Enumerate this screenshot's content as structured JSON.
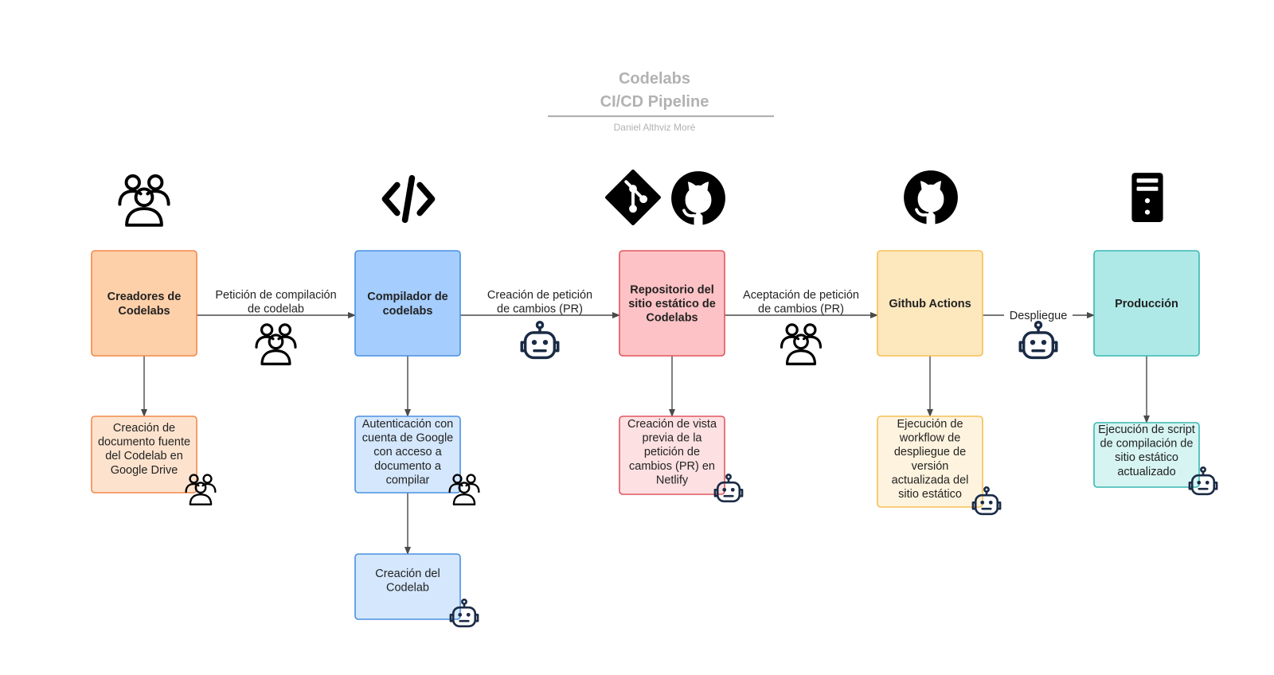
{
  "header": {
    "title_line1": "Codelabs",
    "title_line2": "CI/CD Pipeline",
    "author": "Daniel Althviz Moré"
  },
  "colors": {
    "orange": {
      "fill": "#fed0aa",
      "stroke": "#f2894b"
    },
    "orange_light": {
      "fill": "#fde3ce",
      "stroke": "#f2894b"
    },
    "blue": {
      "fill": "#a5cdfd",
      "stroke": "#4a90e2"
    },
    "blue_light": {
      "fill": "#d4e7fd",
      "stroke": "#4a90e2"
    },
    "red": {
      "fill": "#fdc2c5",
      "stroke": "#e0565f"
    },
    "red_light": {
      "fill": "#fde0e2",
      "stroke": "#e0565f"
    },
    "yellow": {
      "fill": "#fde7bd",
      "stroke": "#f5c055"
    },
    "yellow_light": {
      "fill": "#fef3de",
      "stroke": "#f5c055"
    },
    "teal": {
      "fill": "#aee9e7",
      "stroke": "#3ab7b2"
    },
    "teal_light": {
      "fill": "#d6f4f2",
      "stroke": "#3ab7b2"
    },
    "robot": "#1a2b45",
    "people": "#000000"
  },
  "top_icons": [
    "users-icon",
    "code-icon",
    "git-icon",
    "github-icon",
    "github-icon",
    "server-icon"
  ],
  "nodes": [
    {
      "id": "creadores",
      "color": "orange",
      "bold": true,
      "lines": [
        "Creadores de",
        "Codelabs"
      ]
    },
    {
      "id": "compilador",
      "color": "blue",
      "bold": true,
      "lines": [
        "Compilador de",
        "codelabs"
      ]
    },
    {
      "id": "repositorio",
      "color": "red",
      "bold": true,
      "lines": [
        "Repositorio del",
        "sitio estático de",
        "Codelabs"
      ]
    },
    {
      "id": "actions",
      "color": "yellow",
      "bold": true,
      "lines": [
        "Github Actions"
      ]
    },
    {
      "id": "produccion",
      "color": "teal",
      "bold": true,
      "lines": [
        "Producción"
      ]
    },
    {
      "id": "documento",
      "color": "orange_light",
      "bold": false,
      "actor": "people",
      "lines": [
        "Creación de",
        "documento fuente",
        "del Codelab en",
        "Google Drive"
      ]
    },
    {
      "id": "autenticacion",
      "color": "blue_light",
      "bold": false,
      "actor": "people",
      "lines": [
        "Autenticación con",
        "cuenta de Google",
        "con acceso a",
        "documento a",
        "compilar"
      ]
    },
    {
      "id": "creacion",
      "color": "blue_light",
      "bold": false,
      "actor": "robot",
      "lines": [
        "Creación del",
        "Codelab"
      ]
    },
    {
      "id": "vista",
      "color": "red_light",
      "bold": false,
      "actor": "robot",
      "lines": [
        "Creación de vista",
        "previa de la",
        "petición de",
        "cambios (PR) en",
        "Netlify"
      ]
    },
    {
      "id": "workflow",
      "color": "yellow_light",
      "bold": false,
      "actor": "robot",
      "lines": [
        "Ejecución de",
        "workflow de",
        "despliegue de",
        "versión",
        "actualizada del",
        "sitio estático"
      ]
    },
    {
      "id": "script",
      "color": "teal_light",
      "bold": false,
      "actor": "robot",
      "lines": [
        "Ejecución de script",
        "de compilación de",
        "sitio estático",
        "actualizado"
      ]
    }
  ],
  "edges": [
    {
      "from": "creadores",
      "to": "compilador",
      "actor": "people",
      "lines": [
        "Petición de compilación",
        "de codelab"
      ]
    },
    {
      "from": "compilador",
      "to": "repositorio",
      "actor": "robot",
      "lines": [
        "Creación de petición",
        "de cambios (PR)"
      ]
    },
    {
      "from": "repositorio",
      "to": "actions",
      "actor": "people",
      "lines": [
        "Aceptación de petición",
        "de cambios (PR)"
      ]
    },
    {
      "from": "actions",
      "to": "produccion",
      "actor": "robot",
      "lines": [
        "Despliegue"
      ]
    },
    {
      "from": "creadores",
      "to": "documento"
    },
    {
      "from": "compilador",
      "to": "autenticacion"
    },
    {
      "from": "autenticacion",
      "to": "creacion"
    },
    {
      "from": "repositorio",
      "to": "vista"
    },
    {
      "from": "actions",
      "to": "workflow"
    },
    {
      "from": "produccion",
      "to": "script"
    }
  ]
}
